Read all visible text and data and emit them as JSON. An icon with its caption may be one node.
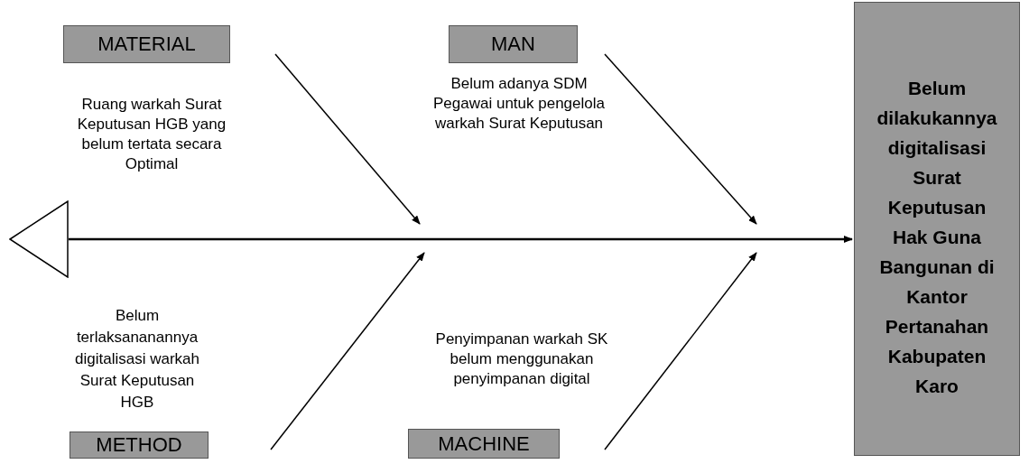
{
  "diagram": {
    "nodes": [
      {
        "text": [
          "MATERIAL"
        ],
        "beside": [
          "Ruang warkah Surat Keputusan HGB yang belum tertata secara Optimal"
        ]
      },
      {
        "text": [
          "MAN"
        ],
        "beside": [
          "Belum adanya SDM Pegawai untuk pengelola warkah Surat Keputusan"
        ]
      },
      {
        "text": [
          "Belum dilakukannya digitalisasi Surat Keputusan Hak Guna Bangunan di Kantor Pertanahan Kabupaten Karo"
        ]
      },
      {
        "text": [],
        "shape": "triangle"
      },
      {
        "text": [
          "METHOD"
        ],
        "beside": [
          "Belum terlaksananannya digitalisasi warkah Surat Keputusan HGB"
        ]
      },
      {
        "text": [
          "MACHINE"
        ],
        "beside": [
          "Penyimpanan warkah SK belum menggunakan penyimpanan digital"
        ]
      }
    ],
    "edges": [
      {
        "from": 3,
        "to": 2,
        "arrow": "to"
      },
      {
        "from": 0,
        "to": null,
        "arrow": "to"
      },
      {
        "from": 1,
        "to": null,
        "arrow": "to"
      },
      {
        "from": 4,
        "to": null,
        "arrow": "to"
      },
      {
        "from": 5,
        "to": null,
        "arrow": "to"
      }
    ]
  }
}
